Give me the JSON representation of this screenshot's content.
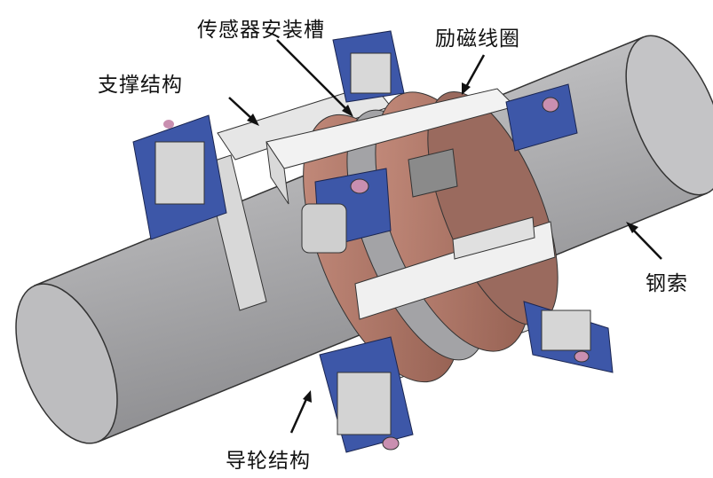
{
  "labels": {
    "sensor_slot": "传感器安装槽",
    "excitation_coil": "励磁线圈",
    "support_structure": "支撑结构",
    "steel_cable": "钢索",
    "guide_wheel": "导轮结构"
  },
  "colors": {
    "cable": "#b9b9bb",
    "coil": "#b07868",
    "bracket": "#ececec",
    "wheel_holder": "#3d57a8",
    "bolt": "#c98fb0"
  }
}
